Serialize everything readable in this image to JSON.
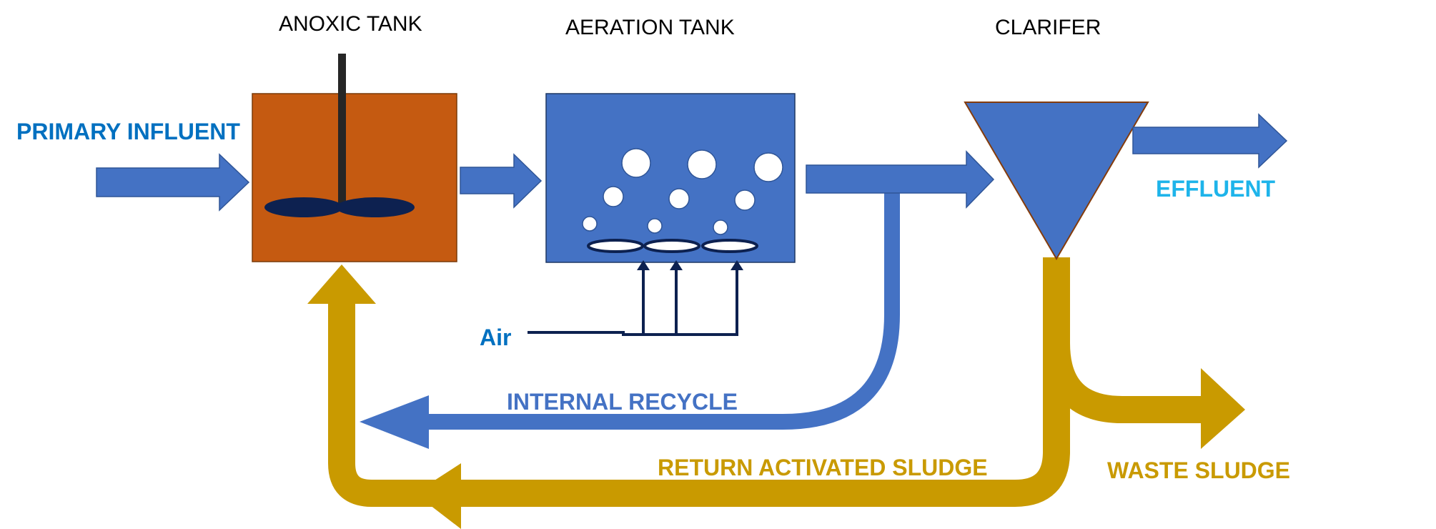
{
  "labels": {
    "anoxic_tank": "ANOXIC TANK",
    "aeration_tank": "AERATION TANK",
    "clarifier": "CLARIFER",
    "primary_influent": "PRIMARY INFLUENT",
    "effluent": "EFFLUENT",
    "air": "Air",
    "internal_recycle": "INTERNAL RECYCLE",
    "return_activated_sludge": "RETURN ACTIVATED SLUDGE",
    "waste_sludge": "WASTE SLUDGE"
  },
  "colors": {
    "anoxic_tank_fill": "#c55a11",
    "aeration_tank_fill": "#4472c4",
    "flow_arrow": "#4472c4",
    "sludge": "#c99a00",
    "mixer_blade": "#0d2150",
    "mixer_shaft": "#262626",
    "air_line": "#0d2150",
    "primary_influent_text": "#0070c0",
    "effluent_text": "#1eb4ea",
    "air_text": "#0070c0",
    "internal_recycle_text": "#4472c4",
    "sludge_text": "#c99a00"
  }
}
